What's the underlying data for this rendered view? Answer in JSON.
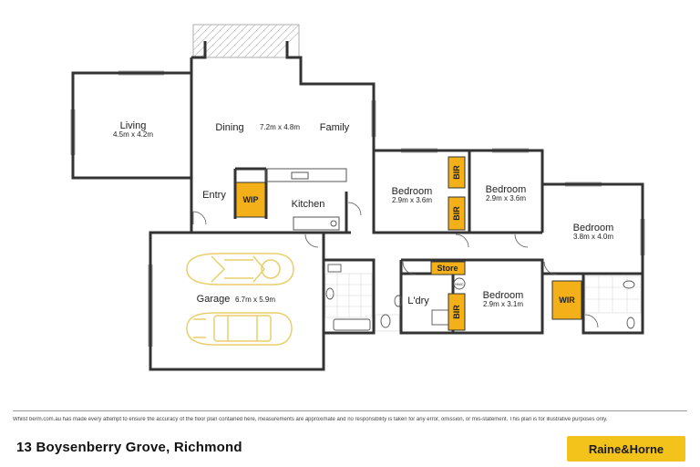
{
  "rooms": {
    "living": {
      "name": "Living",
      "dim": "4.5m x 4.2m"
    },
    "dining": {
      "name": "Dining"
    },
    "dining_family_dim": "7.2m x 4.8m",
    "family": {
      "name": "Family"
    },
    "entry": {
      "name": "Entry"
    },
    "wip": {
      "name": "WIP"
    },
    "kitchen": {
      "name": "Kitchen"
    },
    "bedroom1": {
      "name": "Bedroom",
      "dim": "2.9m x 3.6m"
    },
    "bir1": {
      "name": "BIR"
    },
    "bir2": {
      "name": "BIR"
    },
    "bedroom2": {
      "name": "Bedroom",
      "dim": "2.9m x 3.6m"
    },
    "bedroom3": {
      "name": "Bedroom",
      "dim": "3.8m x 4.0m"
    },
    "garage": {
      "name": "Garage",
      "dim": "6.7m x 5.9m"
    },
    "store": {
      "name": "Store"
    },
    "hwc": {
      "name": "HWC"
    },
    "laundry": {
      "name": "L'dry"
    },
    "bedroom4": {
      "name": "Bedroom",
      "dim": "2.9m x 3.1m"
    },
    "bir3": {
      "name": "BIR"
    },
    "wir": {
      "name": "WIR"
    }
  },
  "footer": {
    "disclaimer": "Whilst berm.com.au has made every attempt to ensure the accuracy of the floor plan contained here, measurements are approximate and no responsibility is taken for any error, omission, or mis-statement. This plan is for illustrative purposes only.",
    "address": "13 Boysenberry Grove, Richmond",
    "brand": "Raine&Horne"
  },
  "colors": {
    "accent": "#f3b019",
    "wall": "#333333",
    "car": "#e8cf6a",
    "brand_bg": "#f3c31b"
  }
}
